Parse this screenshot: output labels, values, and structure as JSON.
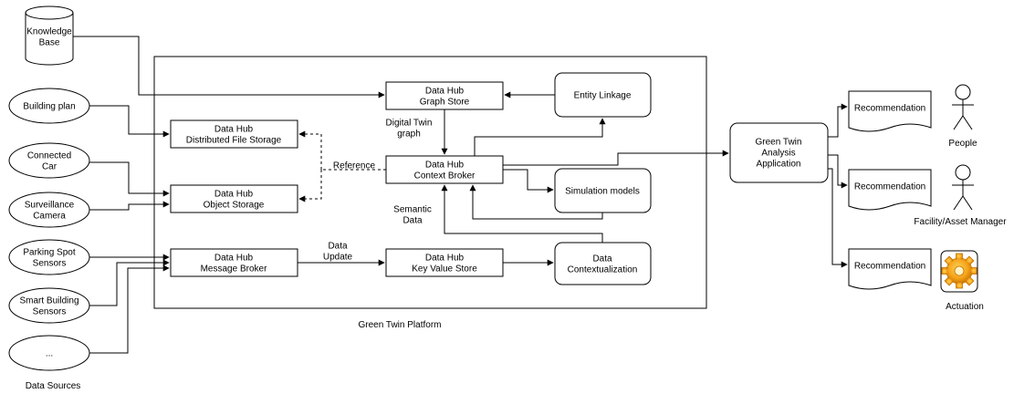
{
  "data_sources": {
    "knowledge_base": [
      "Knowledge",
      "Base"
    ],
    "building_plan": [
      "Building plan"
    ],
    "connected_car": [
      "Connected",
      "Car"
    ],
    "surveillance_camera": [
      "Surveillance",
      "Camera"
    ],
    "parking_spot_sensors": [
      "Parking Spot",
      "Sensors"
    ],
    "smart_building_sensors": [
      "Smart Building",
      "Sensors"
    ],
    "ellipsis": [
      "..."
    ],
    "section_label": "Data Sources"
  },
  "platform": {
    "label": "Green Twin Platform",
    "graph_store": [
      "Data Hub",
      "Graph Store"
    ],
    "entity_linkage": [
      "Entity Linkage"
    ],
    "distributed_file_storage": [
      "Data Hub",
      "Distributed File Storage"
    ],
    "context_broker": [
      "Data Hub",
      "Context Broker"
    ],
    "object_storage": [
      "Data Hub",
      "Object Storage"
    ],
    "simulation_models": [
      "Simulation models"
    ],
    "message_broker": [
      "Data Hub",
      "Message Broker"
    ],
    "key_value_store": [
      "Data Hub",
      "Key Value Store"
    ],
    "data_contextualization": [
      "Data",
      "Contextualization"
    ]
  },
  "edge_labels": {
    "digital_twin_graph": [
      "Digital Twin",
      "graph"
    ],
    "reference": [
      "Reference"
    ],
    "semantic_data": [
      "Semantic",
      "Data"
    ],
    "data_update": [
      "Data",
      "Update"
    ]
  },
  "analysis": {
    "app": [
      "Green Twin",
      "Analysis",
      "Application"
    ],
    "recommendation_1": [
      "Recommendation"
    ],
    "recommendation_2": [
      "Recommendation"
    ],
    "recommendation_3": [
      "Recommendation"
    ]
  },
  "actors": {
    "people": "People",
    "facility_manager": "Facility/Asset Manager",
    "actuation": "Actuation"
  }
}
